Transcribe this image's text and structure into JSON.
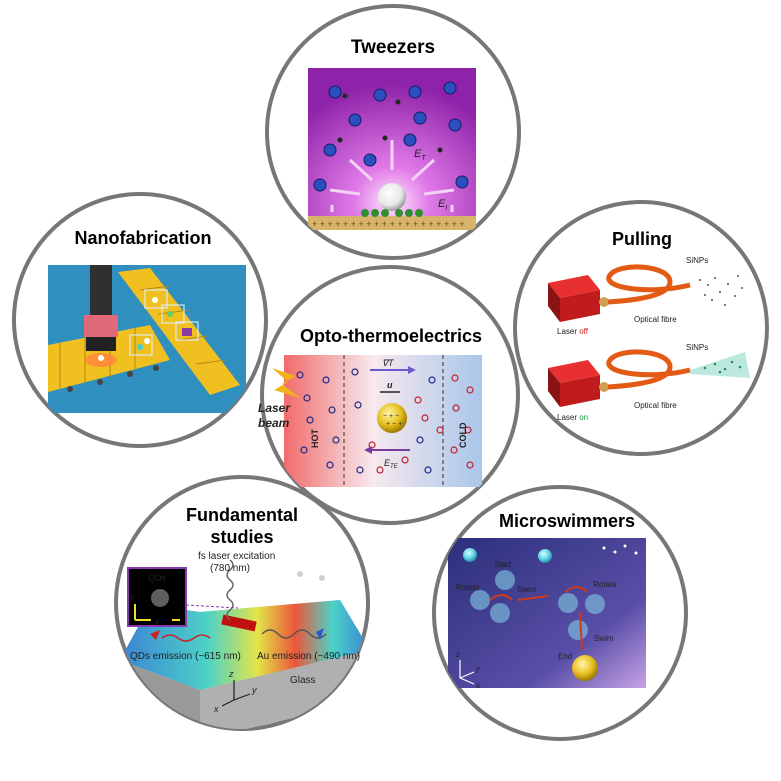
{
  "titles": {
    "center": "Opto-thermoelectrics",
    "top": "Tweezers",
    "left": "Nanofabrication",
    "right": "Pulling",
    "bottom_left_line1": "Fundamental",
    "bottom_left_line2": "studies",
    "bottom_right": "Microswimmers"
  },
  "center_panel": {
    "laser_line1": "Laser",
    "laser_line2": "beam",
    "hot": "HOT",
    "cold": "COLD",
    "grad_t": "∇T",
    "u": "u",
    "e_te": "E",
    "e_te_sub": "TE"
  },
  "tweezers_panel": {
    "e_t": "E",
    "e_t_sub": "T",
    "e_i": "E",
    "e_i_sub": "I"
  },
  "pulling_panel": {
    "sinps_top": "SiNPs",
    "sinps_bottom": "SiNPs",
    "laser_prefix_top": "Laser ",
    "laser_state_top": "off",
    "laser_prefix_bottom": "Laser ",
    "laser_state_bottom": "on",
    "fibre_top": "Optical fibre",
    "fibre_bottom": "Optical fibre"
  },
  "fundamental_panel": {
    "fs_line1": "fs laser excitation",
    "fs_line2": "(780 nm)",
    "qds_inset": "QDs",
    "axis_y": "y",
    "axis_x": "x",
    "qds_emission": "QDs emission (~615 nm)",
    "au_emission": "Au emission (~490 nm)",
    "glass": "Glass",
    "axis_z": "z",
    "axis_y2": "y",
    "axis_x2": "x"
  },
  "microswimmers_panel": {
    "start": "Start",
    "rotate_left": "Rotate",
    "swim_top": "Swim",
    "rotate_right": "Rotate",
    "swim_bottom": "Swim",
    "end": "End",
    "axis_z": "z",
    "axis_y": "y",
    "axis_x": "x"
  },
  "colors": {
    "ring": "#777777",
    "tweezers_bg": "#b82fc7",
    "nano_bg": "#2f8fbf",
    "swim_bg": "#3a3a8c"
  }
}
